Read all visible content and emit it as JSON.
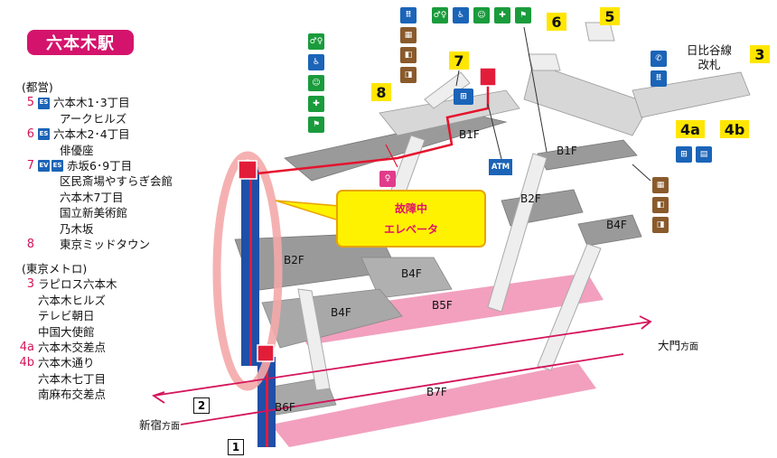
{
  "station_title": "六本木駅",
  "legend": {
    "toei_heading": "(都営)",
    "metro_heading": "(東京メトロ)",
    "toei_entries": [
      {
        "num": "5",
        "icons": [
          "ES"
        ],
        "lines": [
          "六本木1･3丁目",
          "アークヒルズ"
        ]
      },
      {
        "num": "6",
        "icons": [
          "ES"
        ],
        "lines": [
          "六本木2･4丁目",
          "俳優座"
        ]
      },
      {
        "num": "7",
        "icons": [
          "EV",
          "ES"
        ],
        "lines": [
          "赤坂6･9丁目",
          "区民斎場やすらぎ会館",
          "六本木7丁目",
          "国立新美術館",
          "乃木坂"
        ]
      },
      {
        "num": "8",
        "icons": [],
        "lines": [
          "東京ミッドタウン"
        ]
      }
    ],
    "metro_entries": [
      {
        "num": "3",
        "lines": [
          "ラピロス六本木",
          "六本木ヒルズ",
          "テレビ朝日",
          "中国大使館"
        ]
      },
      {
        "num": "4a",
        "lines": [
          "六本木交差点"
        ]
      },
      {
        "num": "4b",
        "lines": [
          "六本木通り",
          "六本木七丁目",
          "南麻布交差点"
        ]
      }
    ]
  },
  "callout": {
    "line1": "故障中",
    "line2": "エレベータ"
  },
  "floors": {
    "left_b1f": "B1F",
    "left_b2f": "B2F",
    "left_b4f": "B4F",
    "left_b4f_2": "B4F",
    "b5f": "B5F",
    "b6f": "B6F",
    "b7f": "B7F",
    "right_b1f": "B1F",
    "right_b2f": "B2F",
    "right_b4f": "B4F"
  },
  "exits": {
    "e8": "8",
    "e7": "7",
    "e6": "6",
    "e5": "5",
    "e3": "3",
    "e4a": "4a",
    "e4b": "4b"
  },
  "hibiya": {
    "line1": "日比谷線",
    "line2": "改札"
  },
  "directions": {
    "shinjuku": "新宿",
    "shinjuku_suffix": "方面",
    "daimon": "大門",
    "daimon_suffix": "方面",
    "track1": "1",
    "track2": "2"
  },
  "atm": "ATM",
  "icons": {
    "top_group": [
      "info-board-icon",
      "toilet-icon",
      "wheelchair-icon",
      "baby-icon",
      "multipurpose-icon"
    ],
    "left_column": [
      "toilet-icon",
      "wheelchair-icon",
      "baby-icon",
      "multipurpose-icon",
      "ticket-machine-icon",
      "fare-adjust-icon"
    ],
    "right_column": [
      "phone-icon",
      "info-board-icon",
      "coin-locker-icon",
      "ticket-machine-icon",
      "fare-adjust-icon"
    ]
  },
  "colors": {
    "brand": "#d4146c",
    "floor": "#9a9a9a",
    "platform": "#f2a0be",
    "highlight": "#f7b0b0",
    "route": "#e5132d"
  }
}
